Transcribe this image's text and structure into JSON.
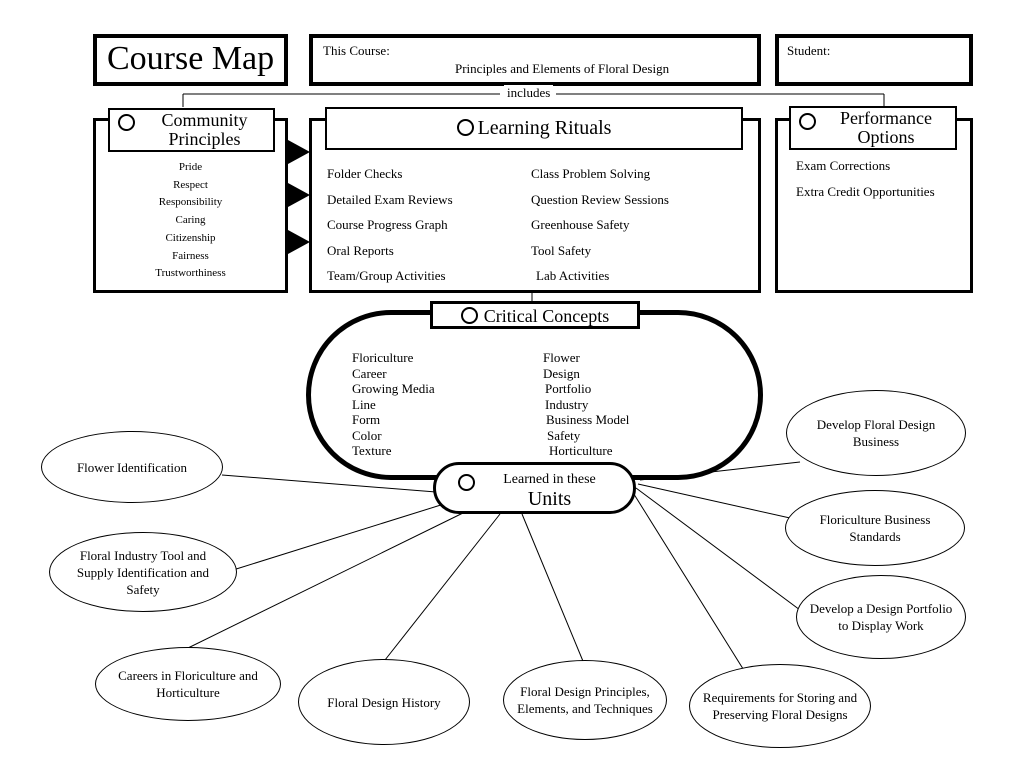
{
  "header": {
    "title": "Course Map",
    "course_label": "This Course:",
    "course_name": "Principles and Elements of Floral Design",
    "student_label": "Student:"
  },
  "connector": {
    "includes": "includes"
  },
  "community": {
    "title_line1": "Community",
    "title_line2": "Principles",
    "items": [
      "Pride",
      "Respect",
      "Responsibility",
      "Caring",
      "Citizenship",
      "Fairness",
      "Trustworthiness"
    ]
  },
  "rituals": {
    "title": "Learning Rituals",
    "left": [
      "Folder Checks",
      "Detailed Exam Reviews",
      "Course Progress Graph",
      "Oral Reports",
      "Team/Group Activities"
    ],
    "right": [
      "Class Problem Solving",
      "Question Review Sessions",
      "Greenhouse Safety",
      "Tool Safety",
      "Lab Activities"
    ]
  },
  "performance": {
    "title_line1": "Performance",
    "title_line2": "Options",
    "items": [
      "Exam Corrections",
      "Extra Credit Opportunities"
    ]
  },
  "concepts": {
    "title": "Critical Concepts",
    "left": [
      "Floriculture",
      "Career",
      "Growing Media",
      "Line",
      "Form",
      "Color",
      "Texture"
    ],
    "right": [
      "Flower",
      "Design",
      "Portfolio",
      "Industry",
      "Business Model",
      "Safety",
      "Horticulture"
    ]
  },
  "units_hub": {
    "line1": "Learned in these",
    "line2": "Units"
  },
  "units": [
    "Flower Identification",
    "Floral Industry Tool and Supply Identification and Safety",
    "Careers in Floriculture and Horticulture",
    "Floral Design History",
    "Floral Design Principles, Elements, and Techniques",
    "Requirements for Storing and Preserving Floral Designs",
    "Develop a Design Portfolio to Display Work",
    "Floriculture Business Standards",
    "Develop Floral Design Business"
  ]
}
